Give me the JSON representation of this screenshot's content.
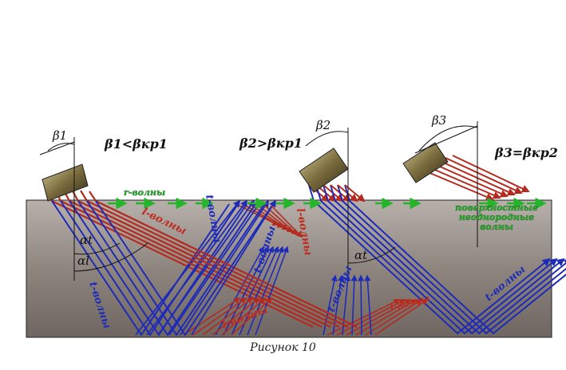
{
  "angles": {
    "beta1": "β1",
    "beta2": "β2",
    "beta3": "β3",
    "alpha_t": "αt",
    "alpha_l": "αl",
    "alpha_t2": "αt"
  },
  "conditions": {
    "c1": "β1<βкр1",
    "c2": "β2>βкр1",
    "c3": "β3=βкр2"
  },
  "wave_labels": {
    "r_waves": "r-волны",
    "l_waves_1": "l-волны",
    "t_waves_1": "t-волны",
    "t_waves_2": "t-волны",
    "l_waves_2": "l-волны",
    "l_waves_3": "l-волны",
    "l_waves_4": "l-волны",
    "t_waves_3": "t-волны",
    "t_waves_4": "t-волны",
    "t_waves_5": "t-волны",
    "surface_1": "поверхностные",
    "surface_2": "неоднородные",
    "surface_3": "волны"
  },
  "caption": "Рисунок 10",
  "colors": {
    "medium": "#7d746f",
    "medium_light": "#a8a19c",
    "longitudinal": "#b52a1e",
    "transverse": "#1e2bb8",
    "surface": "#24b52a",
    "probe": "#8a7a4a"
  }
}
